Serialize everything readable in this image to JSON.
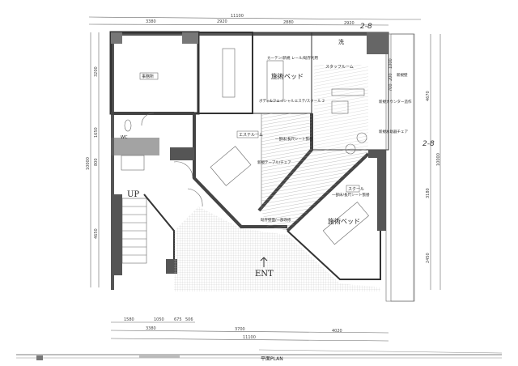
{
  "dimensions": {
    "top": {
      "total": "11100",
      "segments": [
        "3380",
        "2920",
        "2880",
        "2920"
      ],
      "handwritten": "2-8"
    },
    "left": {
      "total": "10000",
      "segments": [
        "3200",
        "1650",
        "800",
        "4650"
      ]
    },
    "right": {
      "total": "10000",
      "segments": [
        "4670",
        "3180",
        "2450"
      ],
      "detail": [
        "1000",
        "200",
        "700"
      ],
      "handwritten": "2-8"
    },
    "bottom": {
      "total": "11100",
      "segments": [
        "3380",
        "3700",
        "4020"
      ],
      "sub_segments": [
        "1580",
        "1050",
        "675",
        "506"
      ]
    }
  },
  "rooms": {
    "office": "事務所",
    "wc": "WC",
    "stairs_up": "UP",
    "entrance": "ENT",
    "treatment_bed_1": "施術ベッド",
    "treatment_bed_2": "施術ベッド",
    "staff_room": "スタッフルーム",
    "esthe_room": "エステルーム",
    "school": "スクール",
    "wash": "洗"
  },
  "notes": {
    "curtain": "カーテン/新規 レール/既存利用",
    "body_facial": "ボディ&フェイシャルエステ/スクール 2",
    "floor_sheet_1": "一部床/長尺シート張替",
    "floor_sheet_2": "一部床/長尺シート張替",
    "new_table_chair": "新規テーブル/チェア",
    "existing_wall": "既存壁面/一部改修",
    "new_wall": "新規壁",
    "new_counter": "新規カウンター造作",
    "new_chair": "新規お助器チェア"
  },
  "title_block": {
    "plan_title": "平面PLAN"
  }
}
